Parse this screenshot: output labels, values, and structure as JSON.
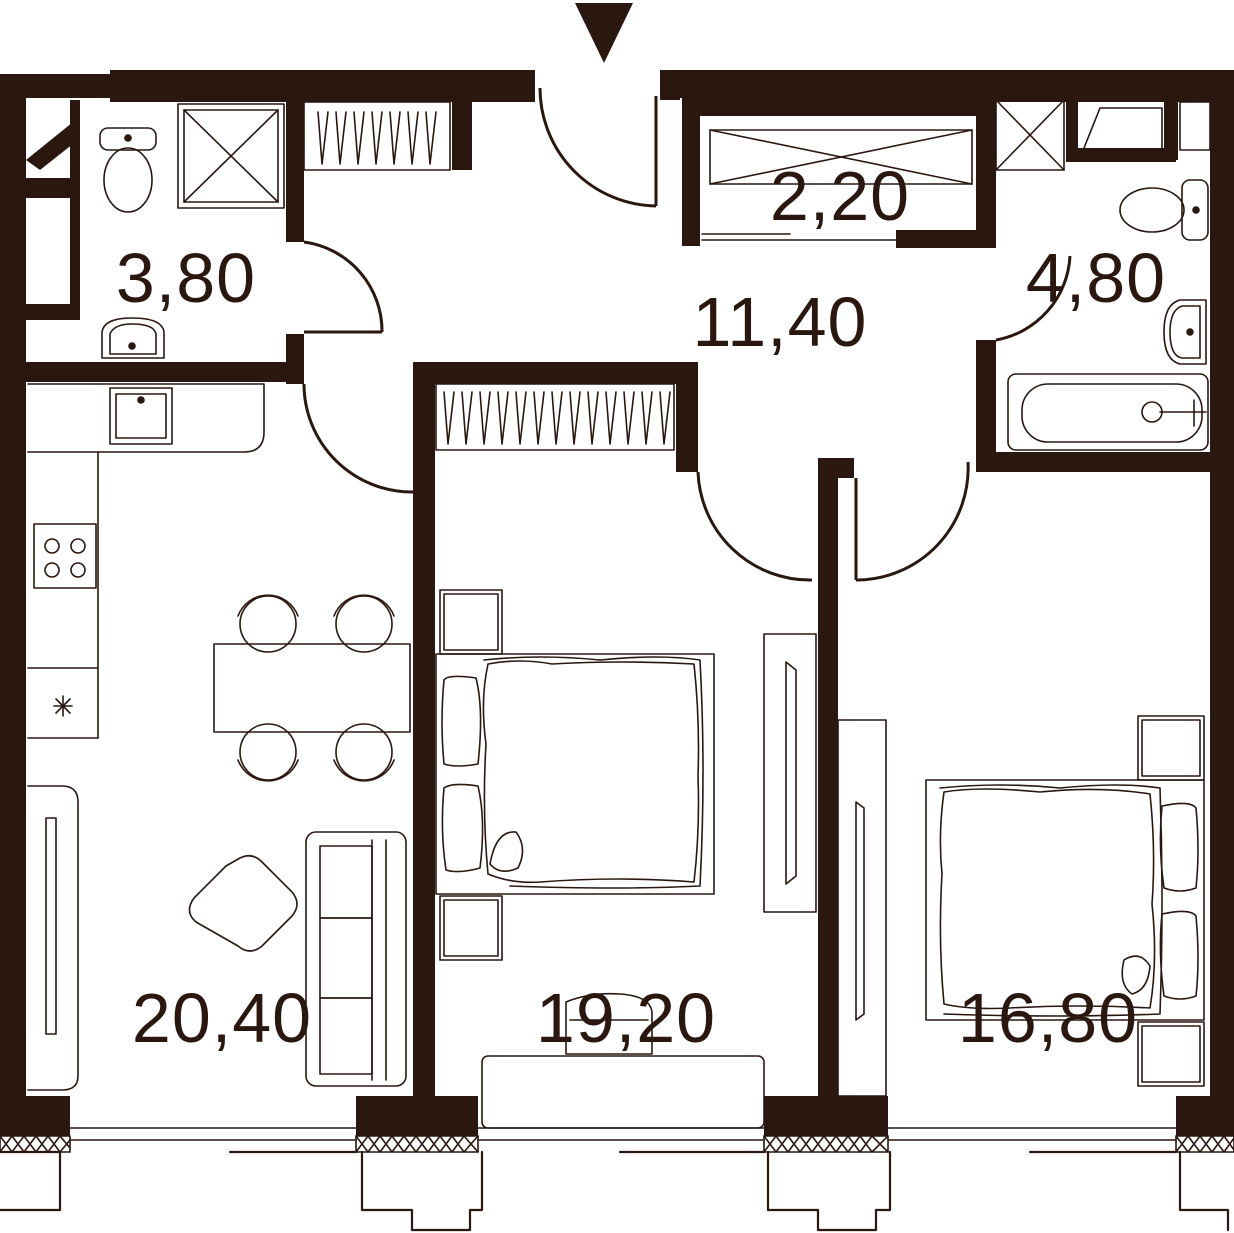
{
  "plan": {
    "colors": {
      "ink": "#2a1710",
      "background": "#ffffff"
    },
    "rooms": [
      {
        "id": "bathroom-1",
        "area": "3,80"
      },
      {
        "id": "closet",
        "area": "2,20"
      },
      {
        "id": "hallway",
        "area": "11,40"
      },
      {
        "id": "bathroom-2",
        "area": "4,80"
      },
      {
        "id": "kitchen-living",
        "area": "20,40"
      },
      {
        "id": "bedroom-1",
        "area": "19,20"
      },
      {
        "id": "bedroom-2",
        "area": "16,80"
      }
    ]
  }
}
